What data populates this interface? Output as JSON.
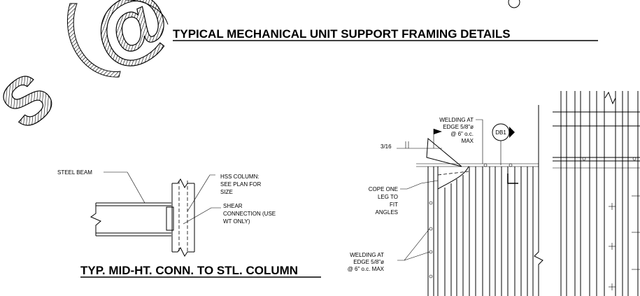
{
  "sheet_title": "TYPICAL MECHANICAL UNIT SUPPORT FRAMING DETAILS",
  "detail_left": {
    "title": "TYP. MID-HT. CONN. TO STL. COLUMN",
    "labels": {
      "steel_beam": "STEEL BEAM",
      "hss_col_1": "HSS COLUMN:",
      "hss_col_2": "SEE PLAN FOR",
      "hss_col_3": "SIZE",
      "shear_1": "SHEAR",
      "shear_2": "CONNECTION (USE",
      "shear_3": "WT ONLY)"
    }
  },
  "detail_right": {
    "weld_top_1": "WELDING AT",
    "weld_top_2": "EDGE 5/8\"ø",
    "weld_top_3": "@ 6\" o.c.",
    "weld_top_4": "MAX",
    "weld_size": "3/16",
    "section_tag": "DB1",
    "cope_1": "COPE ONE",
    "cope_2": "LEG TO",
    "cope_3": "FIT",
    "cope_4": "ANGLES",
    "weld_bot_1": "WELDING AT",
    "weld_bot_2": "EDGE 5/8\"ø",
    "weld_bot_3": "@ 6\" o.c. MAX"
  },
  "watermark": {
    "symbol": "@",
    "letter": "S",
    "color": "#000000"
  },
  "colors": {
    "line": "#000000",
    "background": "#ffffff"
  }
}
